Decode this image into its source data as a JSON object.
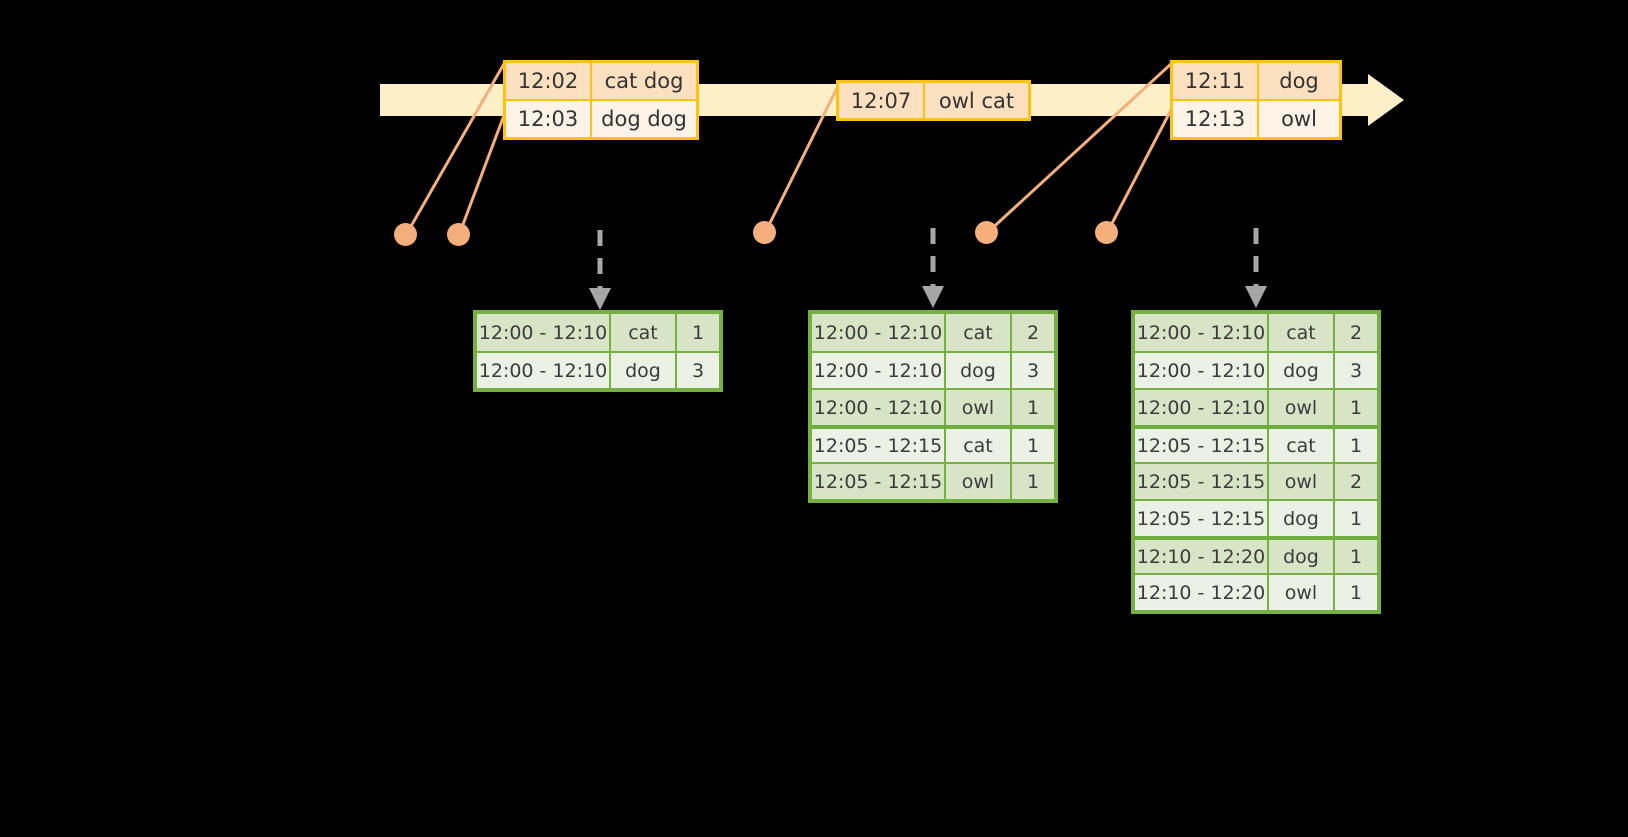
{
  "diagram": {
    "title": "windowed-aggregation-timeline",
    "colors": {
      "timeline_fill": "#FDF0C9",
      "event_border": "#FFC20E",
      "event_fill_shade": "#FCE0C0",
      "event_fill_plain": "#FDF3E7",
      "connector": "#F4AF7C",
      "table_border": "#76B043",
      "table_fill_shade": "#D7E5C6",
      "table_fill_plain": "#EBF1E4",
      "arrow_gray": "#A6A6A6",
      "background": "#000000"
    }
  },
  "timeline": {
    "events": [
      {
        "id": "event-group-1",
        "rows": [
          {
            "time": "12:02",
            "words": "cat dog"
          },
          {
            "time": "12:03",
            "words": "dog dog"
          }
        ]
      },
      {
        "id": "event-group-2",
        "rows": [
          {
            "time": "12:07",
            "words": "owl cat"
          }
        ]
      },
      {
        "id": "event-group-3",
        "rows": [
          {
            "time": "12:11",
            "words": "dog"
          },
          {
            "time": "12:13",
            "words": "owl"
          }
        ]
      }
    ]
  },
  "results": [
    {
      "id": "result-table-1",
      "rows": [
        {
          "window": "12:00 - 12:10",
          "key": "cat",
          "count": "1",
          "group": 0
        },
        {
          "window": "12:00 - 12:10",
          "key": "dog",
          "count": "3",
          "group": 0
        }
      ]
    },
    {
      "id": "result-table-2",
      "rows": [
        {
          "window": "12:00 - 12:10",
          "key": "cat",
          "count": "2",
          "group": 0
        },
        {
          "window": "12:00 - 12:10",
          "key": "dog",
          "count": "3",
          "group": 0
        },
        {
          "window": "12:00 - 12:10",
          "key": "owl",
          "count": "1",
          "group": 0
        },
        {
          "window": "12:05 - 12:15",
          "key": "cat",
          "count": "1",
          "group": 1
        },
        {
          "window": "12:05 - 12:15",
          "key": "owl",
          "count": "1",
          "group": 1
        }
      ]
    },
    {
      "id": "result-table-3",
      "rows": [
        {
          "window": "12:00 - 12:10",
          "key": "cat",
          "count": "2",
          "group": 0
        },
        {
          "window": "12:00 - 12:10",
          "key": "dog",
          "count": "3",
          "group": 0
        },
        {
          "window": "12:00 - 12:10",
          "key": "owl",
          "count": "1",
          "group": 0
        },
        {
          "window": "12:05 - 12:15",
          "key": "cat",
          "count": "1",
          "group": 1
        },
        {
          "window": "12:05 - 12:15",
          "key": "owl",
          "count": "2",
          "group": 1
        },
        {
          "window": "12:05 - 12:15",
          "key": "dog",
          "count": "1",
          "group": 1
        },
        {
          "window": "12:10 - 12:20",
          "key": "dog",
          "count": "1",
          "group": 2
        },
        {
          "window": "12:10 - 12:20",
          "key": "owl",
          "count": "1",
          "group": 2
        }
      ]
    }
  ]
}
